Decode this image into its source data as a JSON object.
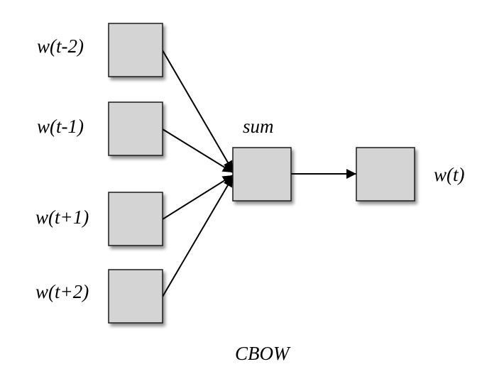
{
  "diagram": {
    "inputs": [
      {
        "label": "w(t-2)"
      },
      {
        "label": "w(t-1)"
      },
      {
        "label": "w(t+1)"
      },
      {
        "label": "w(t+2)"
      }
    ],
    "hidden": {
      "label": "sum"
    },
    "output": {
      "label": "w(t)"
    },
    "caption": "CBOW",
    "colors": {
      "box_fill": "#d4d4d4",
      "box_stroke": "#1a1a1a",
      "line": "#000000",
      "shadow": "#9a9a9a"
    }
  }
}
